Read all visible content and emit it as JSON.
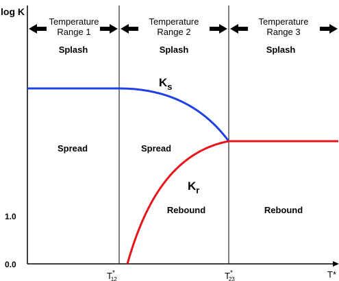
{
  "axes": {
    "y_label": "log K",
    "x_label": "T*",
    "y_ticks": [
      "1.0",
      "0.0"
    ]
  },
  "thresholds": [
    {
      "name": "T",
      "sup": "*",
      "sub": "12"
    },
    {
      "name": "T",
      "sup": "*",
      "sub": "23"
    }
  ],
  "ranges": [
    {
      "line1": "Temperature",
      "line2": "Range 1"
    },
    {
      "line1": "Temperature",
      "line2": "Range 2"
    },
    {
      "line1": "Temperature",
      "line2": "Range 3"
    }
  ],
  "regions": {
    "splash": [
      "Splash",
      "Splash",
      "Splash"
    ],
    "spread": [
      "Spread",
      "Spread"
    ],
    "rebound": [
      "Rebound",
      "Rebound"
    ]
  },
  "curves": {
    "ks": {
      "symbol": "K",
      "subscript": "s",
      "color": "#1f3fe8"
    },
    "kr": {
      "symbol": "K",
      "subscript": "r",
      "color": "#e8141b"
    }
  },
  "colors": {
    "axis": "#000000",
    "arrows": "#000000"
  }
}
